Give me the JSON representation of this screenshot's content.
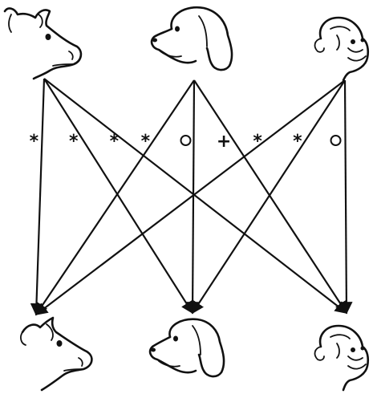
{
  "nodes": {
    "source": [
      {
        "animal": "cow",
        "icon": "cow-head-icon"
      },
      {
        "animal": "dog",
        "icon": "dog-head-icon"
      },
      {
        "animal": "monkey",
        "icon": "monkey-head-icon"
      }
    ],
    "target": [
      {
        "animal": "cow",
        "icon": "cow-head-icon"
      },
      {
        "animal": "dog",
        "icon": "dog-head-icon"
      },
      {
        "animal": "monkey",
        "icon": "monkey-head-icon"
      }
    ]
  },
  "edges": [
    {
      "from": "cow",
      "to": "cow",
      "mark": "*"
    },
    {
      "from": "cow",
      "to": "dog",
      "mark": "*"
    },
    {
      "from": "cow",
      "to": "monkey",
      "mark": "*"
    },
    {
      "from": "dog",
      "to": "cow",
      "mark": "*"
    },
    {
      "from": "dog",
      "to": "dog",
      "mark": "o"
    },
    {
      "from": "dog",
      "to": "monkey",
      "mark": "+"
    },
    {
      "from": "monkey",
      "to": "cow",
      "mark": "*"
    },
    {
      "from": "monkey",
      "to": "dog",
      "mark": "*"
    },
    {
      "from": "monkey",
      "to": "monkey",
      "mark": "o"
    }
  ],
  "colors": {
    "ink": "#111111",
    "background": "#ffffff"
  }
}
